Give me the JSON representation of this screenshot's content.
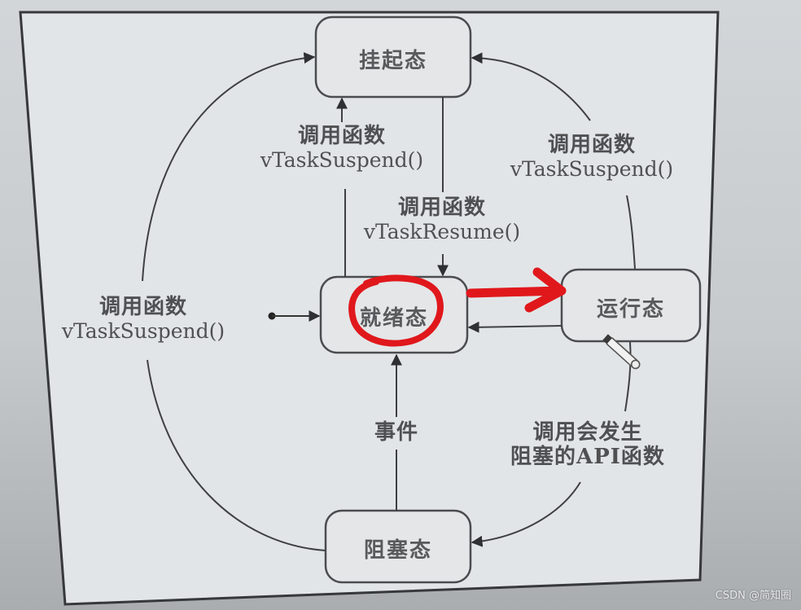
{
  "diagram": {
    "type": "state-diagram",
    "title": "",
    "states": [
      {
        "id": "suspended",
        "label": "挂起态"
      },
      {
        "id": "ready",
        "label": "就绪态"
      },
      {
        "id": "running",
        "label": "运行态"
      },
      {
        "id": "blocked",
        "label": "阻塞态"
      }
    ],
    "transitions": [
      {
        "from": "ready",
        "to": "suspended",
        "line1": "调用函数",
        "line2": "vTaskSuspend()"
      },
      {
        "from": "suspended",
        "to": "ready",
        "line1": "调用函数",
        "line2": "vTaskResume()"
      },
      {
        "from": "running",
        "to": "suspended",
        "line1": "调用函数",
        "line2": "vTaskSuspend()"
      },
      {
        "from": "blocked",
        "to": "suspended",
        "line1": "调用函数",
        "line2": "vTaskSuspend()"
      },
      {
        "from": "blocked",
        "to": "ready",
        "line1": "事件",
        "line2": ""
      },
      {
        "from": "running",
        "to": "blocked",
        "line1": "调用会发生",
        "line2": "阻塞的API函数"
      },
      {
        "from": "running",
        "to": "ready",
        "line1": "",
        "line2": ""
      },
      {
        "from": "initial",
        "to": "ready",
        "line1": "",
        "line2": ""
      }
    ],
    "annotations": {
      "highlight_circle_on": "ready",
      "highlight_arrow": {
        "from": "ready",
        "to": "running"
      },
      "annotation_color": "#e0181c",
      "pencil_icon": "pencil-icon"
    }
  },
  "labels": {
    "suspend_from_ready_l1": "调用函数",
    "suspend_from_ready_l2": "vTaskSuspend()",
    "resume_l1": "调用函数",
    "resume_l2": "vTaskResume()",
    "suspend_from_running_l1": "调用函数",
    "suspend_from_running_l2": "vTaskSuspend()",
    "suspend_from_blocked_l1": "调用函数",
    "suspend_from_blocked_l2": "vTaskSuspend()",
    "event": "事件",
    "blocking_api_l1": "调用会发生",
    "blocking_api_l2": "阻塞的API函数"
  },
  "state_labels": {
    "suspended": "挂起态",
    "ready": "就绪态",
    "running": "运行态",
    "blocked": "阻塞态"
  },
  "watermark": "CSDN @简知圈",
  "colors": {
    "frame": "#3b3d40",
    "state_fill": "#dfe2e4",
    "line": "#3e4043",
    "annotation_red": "#e0181c"
  }
}
